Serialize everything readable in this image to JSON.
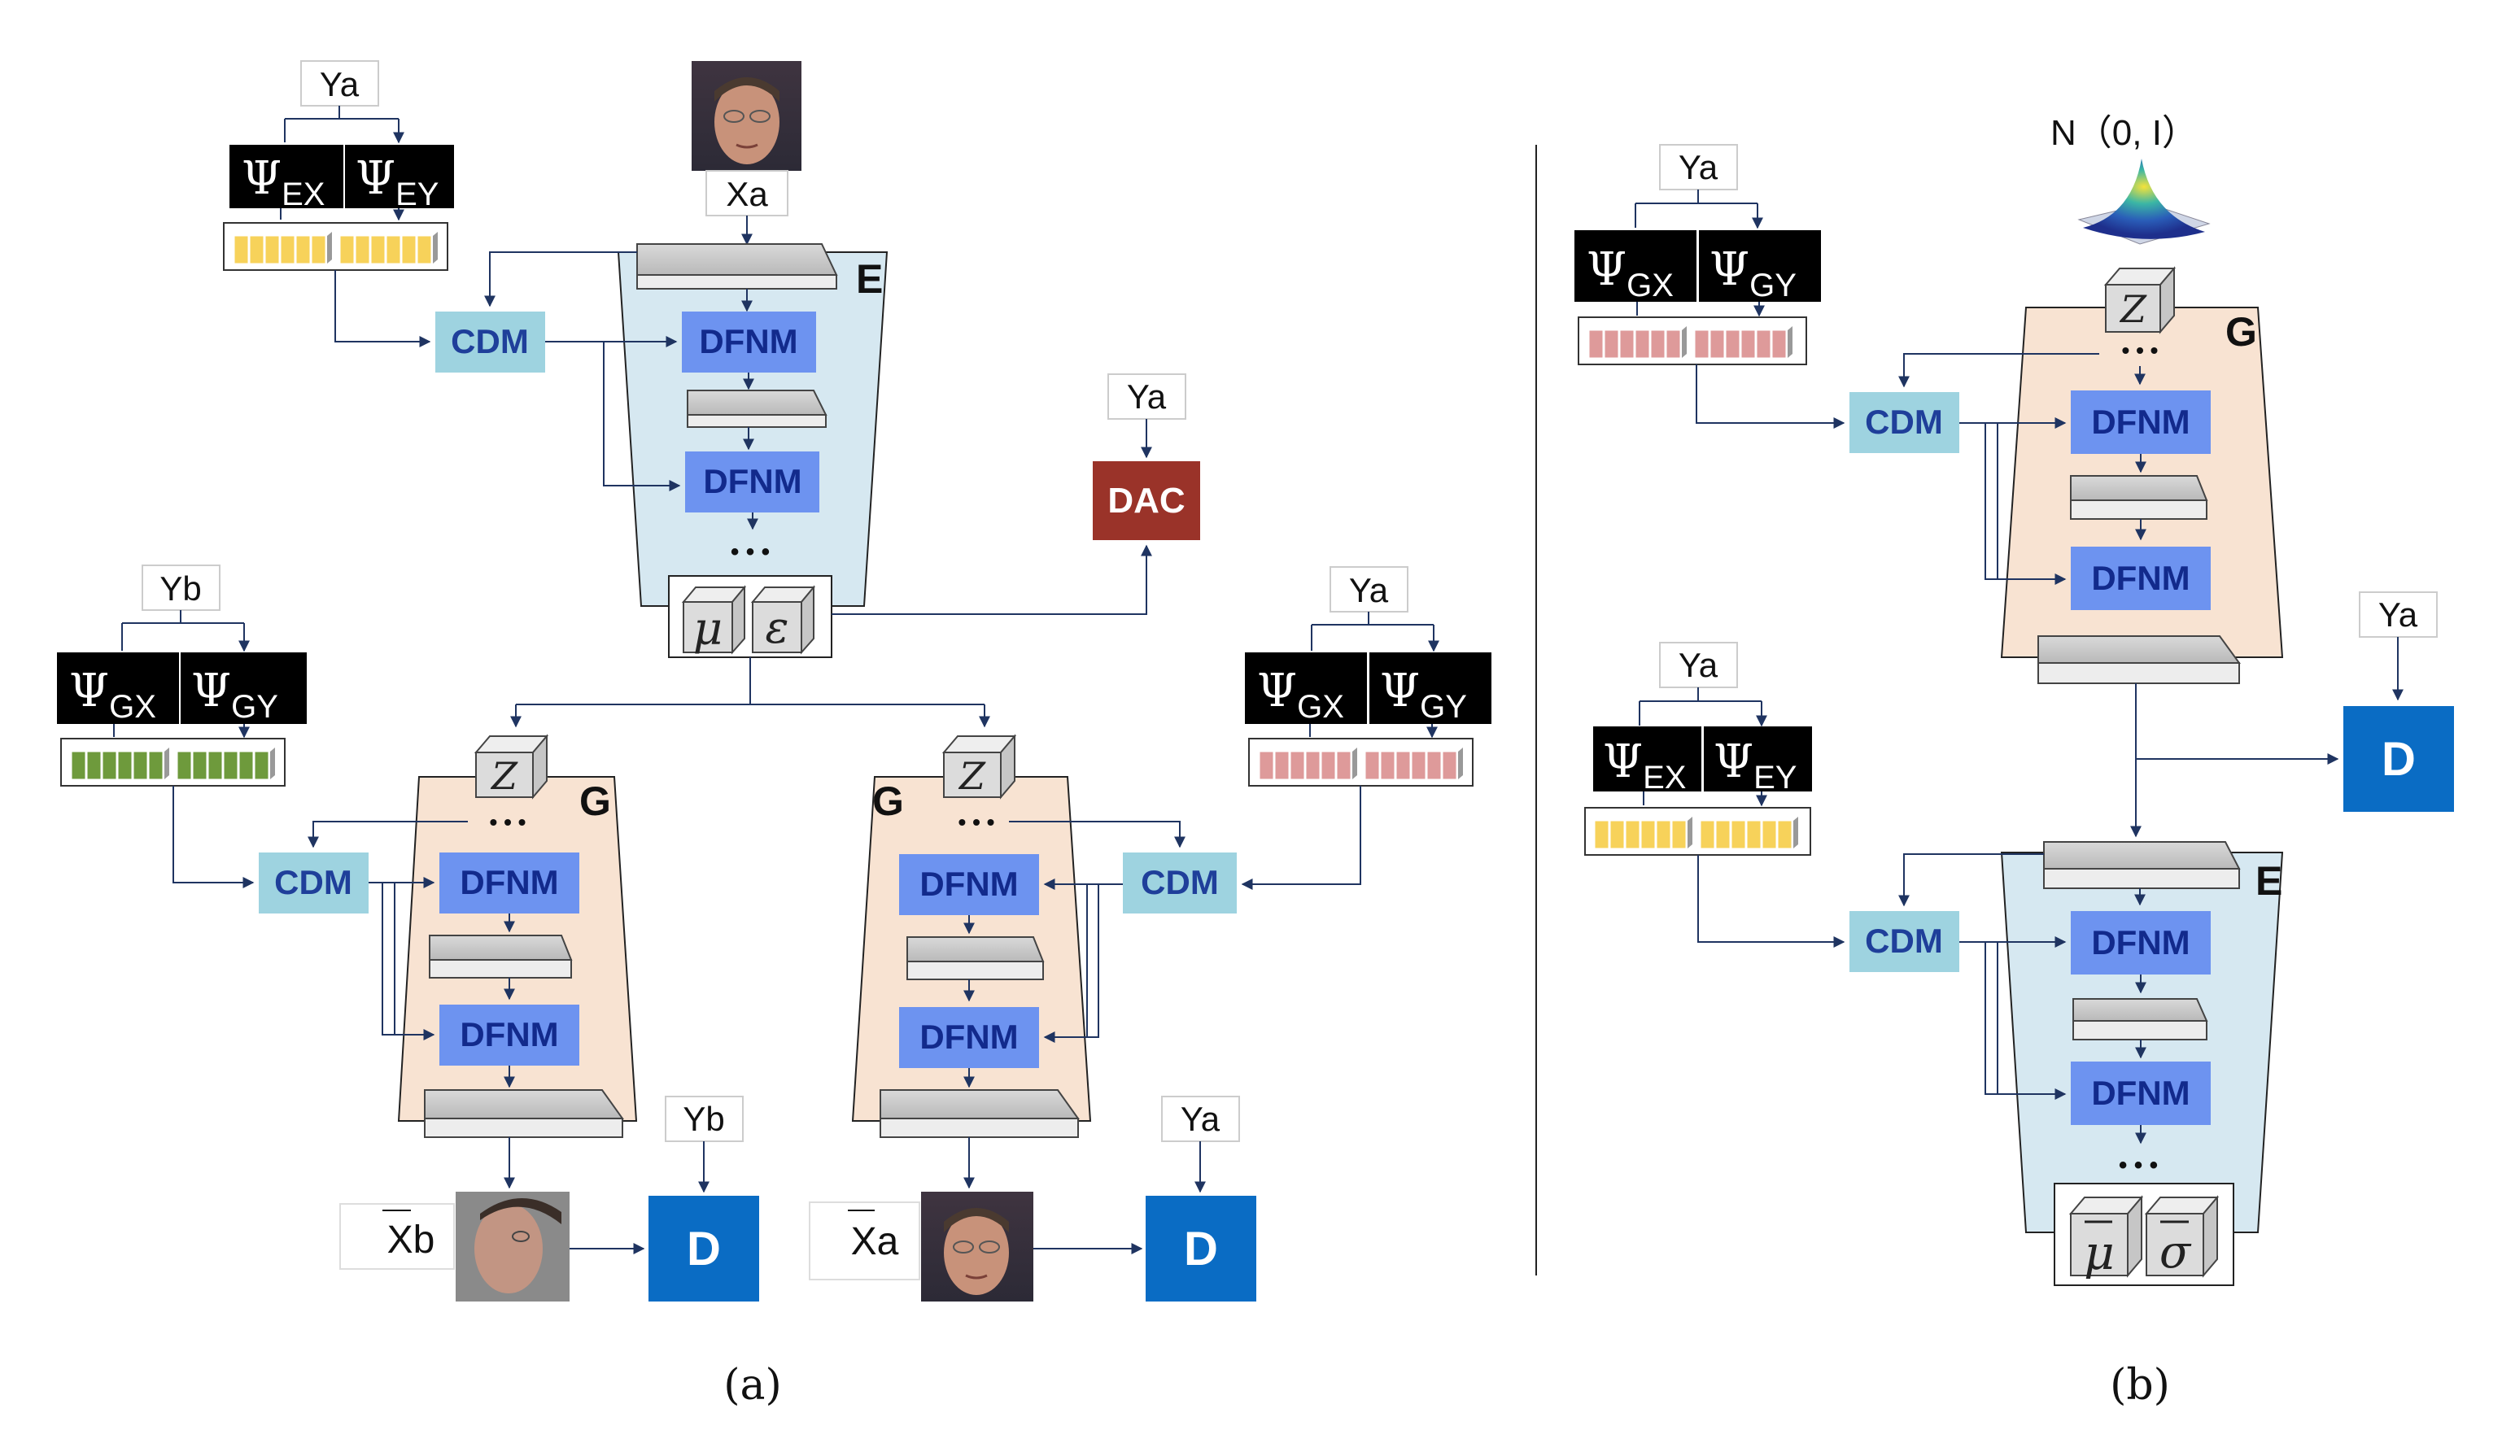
{
  "colors": {
    "cdm": "#9ed3e0",
    "cdm_text": "#1f3f9a",
    "dfnm": "#6d93f0",
    "dfnm_text": "#122a8c",
    "dac": "#9a3329",
    "d": "#0a6cc4",
    "encoder_bg": "#d6e8f1",
    "generator_bg": "#f8e3d2",
    "arrow": "#1f3461",
    "gold": "#f7d25a",
    "green": "#6e9a3c",
    "pink": "#de9a9a"
  },
  "panel_a": {
    "caption": "(a)",
    "top": {
      "ya_label": "Ya",
      "psi_ex": "Ψ",
      "psi_ex_sub": "EX",
      "psi_ey": "Ψ",
      "psi_ey_sub": "EY",
      "xa_label": "Xa",
      "encoder_letter": "E",
      "cdm": "CDM",
      "dfnm_1": "DFNM",
      "dfnm_2": "DFNM",
      "dots": "• • •",
      "mu": "μ",
      "eps": "ε",
      "dac_ya": "Ya",
      "dac": "DAC"
    },
    "left": {
      "yb_label": "Yb",
      "psi_gx": "Ψ",
      "psi_gx_sub": "GX",
      "psi_gy": "Ψ",
      "psi_gy_sub": "GY",
      "z": "Z",
      "g_letter": "G",
      "dots": "• • •",
      "cdm": "CDM",
      "dfnm_1": "DFNM",
      "dfnm_2": "DFNM",
      "d_yb": "Yb",
      "xbar": "Xb",
      "d": "D"
    },
    "right": {
      "ya_label": "Ya",
      "psi_gx": "Ψ",
      "psi_gx_sub": "GX",
      "psi_gy": "Ψ",
      "psi_gy_sub": "GY",
      "z": "Z",
      "g_letter": "G",
      "dots": "• • •",
      "cdm": "CDM",
      "dfnm_1": "DFNM",
      "dfnm_2": "DFNM",
      "d_ya": "Ya",
      "xbar": "Xa",
      "d": "D"
    }
  },
  "panel_b": {
    "caption": "(b)",
    "noise_label": "N（0,  I）",
    "gen": {
      "ya_label": "Ya",
      "psi_gx": "Ψ",
      "psi_gx_sub": "GX",
      "psi_gy": "Ψ",
      "psi_gy_sub": "GY",
      "z": "Z",
      "g_letter": "G",
      "dots": "• • •",
      "cdm": "CDM",
      "dfnm_1": "DFNM",
      "dfnm_2": "DFNM",
      "d_ya": "Ya",
      "d": "D"
    },
    "enc": {
      "ya_label": "Ya",
      "psi_ex": "Ψ",
      "psi_ex_sub": "EX",
      "psi_ey": "Ψ",
      "psi_ey_sub": "EY",
      "e_letter": "E",
      "cdm": "CDM",
      "dfnm_1": "DFNM",
      "dfnm_2": "DFNM",
      "dots": "• • •",
      "mu_bar": "μ",
      "sigma_bar": "σ"
    }
  }
}
